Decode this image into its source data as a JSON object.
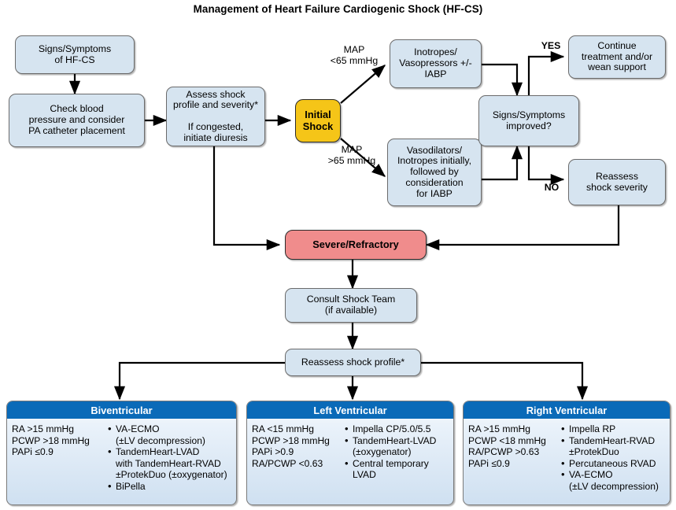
{
  "title": "Management of Heart Failure Cardiogenic Shock (HF-CS)",
  "colors": {
    "box_fill": "#d6e4f0",
    "shock_fill": "#f5c518",
    "severe_fill": "#f08c8c",
    "panel_header": "#0a6ab8",
    "line": "#000000"
  },
  "nodes": {
    "signs_symptoms": "Signs/Symptoms\nof HF-CS",
    "check_bp": "Check blood\npressure and consider\nPA catheter placement",
    "assess_profile": "Assess shock\nprofile and severity*\n\nIf congested,\ninitiate diuresis",
    "initial_shock": "Initial\nShock",
    "inotropes": "Inotropes/\nVasopressors +/-\nIABP",
    "vasodilators": "Vasodilators/\nInotropes initially,\nfollowed by\nconsideration\nfor IABP",
    "improved": "Signs/Symptoms\nimproved?",
    "continue": "Continue\ntreatment and/or\nwean support",
    "reassess_severity": "Reassess\nshock severity",
    "severe": "Severe/Refractory",
    "consult": "Consult Shock Team\n(if available)",
    "reassess_profile": "Reassess shock profile*"
  },
  "edge_labels": {
    "map_low": "MAP\n<65 mmHg",
    "map_high": "MAP\n>65 mmHg",
    "yes": "YES",
    "no": "NO"
  },
  "panels": [
    {
      "id": "biventricular",
      "header": "Biventricular",
      "criteria": [
        "RA >15 mmHg",
        "PCWP >18 mmHg",
        "PAPi ≤0.9"
      ],
      "options": [
        [
          "VA-ECMO",
          "(±LV decompression)"
        ],
        [
          "TandemHeart-LVAD",
          "with TandemHeart-RVAD",
          "±ProtekDuo (±oxygenator)"
        ],
        [
          "BiPella"
        ]
      ]
    },
    {
      "id": "left-ventricular",
      "header": "Left Ventricular",
      "criteria": [
        "RA <15 mmHg",
        "PCWP >18 mmHg",
        "PAPi >0.9",
        "RA/PCWP <0.63"
      ],
      "options": [
        [
          "Impella CP/5.0/5.5"
        ],
        [
          "TandemHeart-LVAD",
          "(±oxygenator)"
        ],
        [
          "Central temporary",
          "LVAD"
        ]
      ]
    },
    {
      "id": "right-ventricular",
      "header": "Right Ventricular",
      "criteria": [
        "RA >15 mmHg",
        "PCWP <18 mmHg",
        "RA/PCWP >0.63",
        "PAPi ≤0.9"
      ],
      "options": [
        [
          "Impella RP"
        ],
        [
          "TandemHeart-RVAD",
          "±ProtekDuo"
        ],
        [
          "Percutaneous RVAD"
        ],
        [
          "VA-ECMO",
          "(±LV decompression)"
        ]
      ]
    }
  ]
}
